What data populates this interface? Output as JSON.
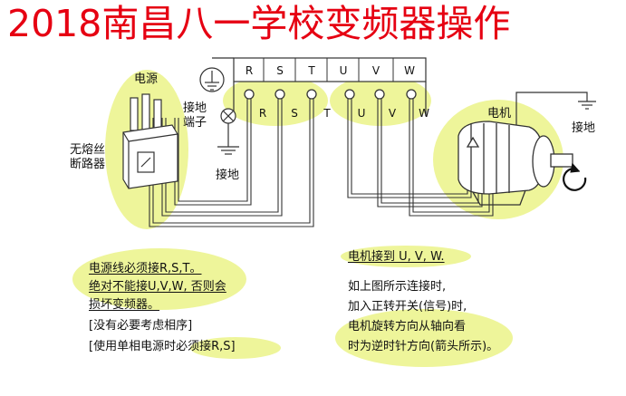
{
  "title": "2018南昌八一学校变频器操作",
  "labels": {
    "power": "电源",
    "breaker_l1": "无熔丝",
    "breaker_l2": "断路器",
    "ground_terminal_l1": "接地",
    "ground_terminal_l2": "端子",
    "ground_left": "接地",
    "motor": "电机",
    "ground_right": "接地"
  },
  "terminals_top": [
    "R",
    "S",
    "T",
    "U",
    "V",
    "W"
  ],
  "terminals_bottom": [
    "R",
    "S",
    "T",
    "U",
    "V",
    "W"
  ],
  "notes_left": [
    "电源线必须接R,S,T。",
    "绝对不能接U,V,W, 否则会",
    "损坏变频器。",
    "[没有必要考虑相序]",
    "[使用单相电源时必须接R,S]"
  ],
  "notes_right": [
    "电机接到 U, V, W.",
    "如上图所示连接时,",
    "加入正转开关(信号)时,",
    "电机旋转方向从轴向看",
    "时为逆时针方向(箭头所示)。"
  ],
  "colors": {
    "title": "#e60012",
    "highlight": "#eef59a",
    "line": "#333333"
  }
}
